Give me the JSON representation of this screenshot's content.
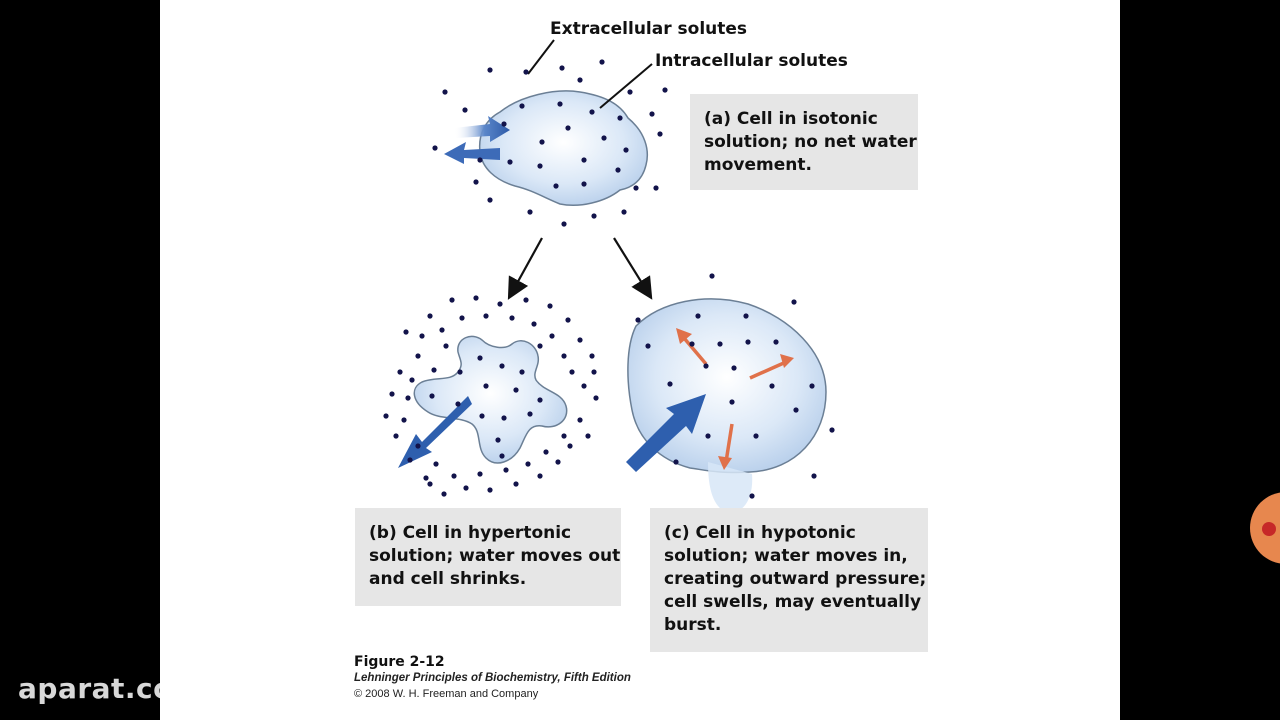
{
  "labels": {
    "extracellular": "Extracellular solutes",
    "intracellular": "Intracellular solutes"
  },
  "panels": {
    "a": {
      "lines": [
        "(a) Cell in isotonic",
        "solution; no net water",
        "movement."
      ]
    },
    "b": {
      "lines": [
        "(b) Cell in hypertonic",
        "solution; water moves out",
        "and cell shrinks."
      ]
    },
    "c": {
      "lines": [
        "(c) Cell in hypotonic",
        "solution; water moves in,",
        "creating outward pressure;",
        "cell swells, may eventually",
        "burst."
      ]
    }
  },
  "figure": {
    "number": "Figure 2-12",
    "book": "Lehninger Principles of Biochemistry, Fifth Edition",
    "copyright": "© 2008 W. H. Freeman and Company"
  },
  "watermark": "aparat.com",
  "colors": {
    "cell_fill": "#c9dcf2",
    "cell_stroke": "#6b7f95",
    "solute": "#12134a",
    "water_arrow": "#2e5fae",
    "pressure_arrow": "#e0714a",
    "caption_bg": "#e6e6e6"
  },
  "icons": [
    "recording-indicator-icon"
  ]
}
